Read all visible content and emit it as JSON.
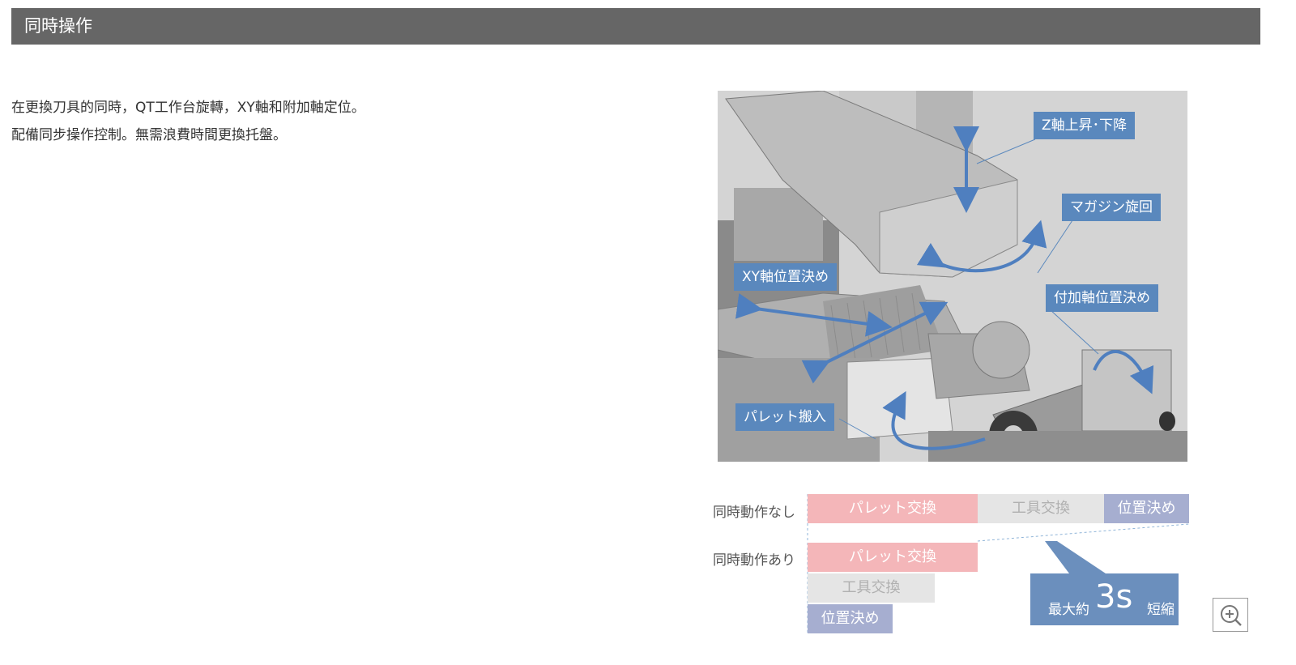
{
  "header": {
    "title": "同時操作"
  },
  "description": {
    "line1": "在更換刀具的同時，QT工作台旋轉，XY軸和附加軸定位。",
    "line2": "配備同步操作控制。無需浪費時間更換托盤。"
  },
  "illustration": {
    "callouts": {
      "z_axis": "Z軸上昇･下降",
      "magazine": "マガジン旋回",
      "xy_axis": "XY軸位置決め",
      "additional_axis": "付加軸位置決め",
      "pallet": "パレット搬入"
    }
  },
  "timing": {
    "row_without": "同時動作なし",
    "row_with": "同時動作あり",
    "pallet_change": "パレット交換",
    "tool_change": "工具交換",
    "positioning": "位置決め",
    "result_prefix": "最大約",
    "result_value": "3s",
    "result_suffix": "短縮"
  },
  "zoom": {
    "icon": "zoom-in-icon"
  },
  "colors": {
    "header_bg": "#666666",
    "callout_bg": "#5a88bd",
    "pallet_bar": "#f4b6b9",
    "tool_bar": "#e5e5e5",
    "position_bar": "#a6aed0",
    "result_bg": "#6b8fbd"
  }
}
